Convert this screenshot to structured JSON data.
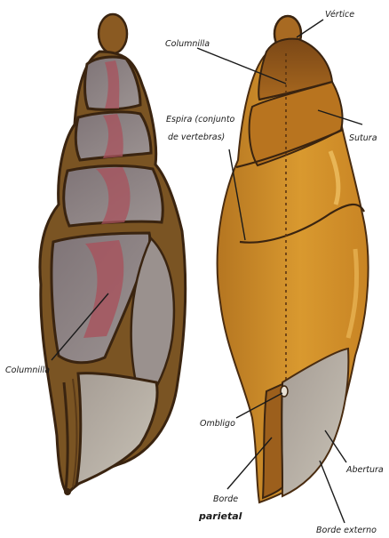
{
  "labels": {
    "columnilla_left": "Columnilla",
    "columnilla_right": "Columnilla",
    "vertice": "Vértice",
    "espira_line1": "Espira (conjunto",
    "espira_line2": "de vertebras)",
    "sutura": "Sutura",
    "ombligo": "Ombligo",
    "borde_parietal_line1": "Borde",
    "borde_parietal_line2": "parietal",
    "abertura": "Abertura",
    "borde_externo": "Borde externo"
  },
  "colors": {
    "background": "#ffffff",
    "outline": "#3a2410",
    "shell_brown": "#7a5423",
    "shell_inner": "#8f8584",
    "columella_pink": "#a8525c",
    "shell_gold": "#c98a2a",
    "shell_gold_light": "#e0a440",
    "shell_dark_top": "#8a5218",
    "aperture_grey": "#b9b2a6"
  },
  "figures": [
    {
      "name": "left-shell",
      "view": "corte-longitudinal"
    },
    {
      "name": "right-shell",
      "view": "exterior"
    }
  ]
}
